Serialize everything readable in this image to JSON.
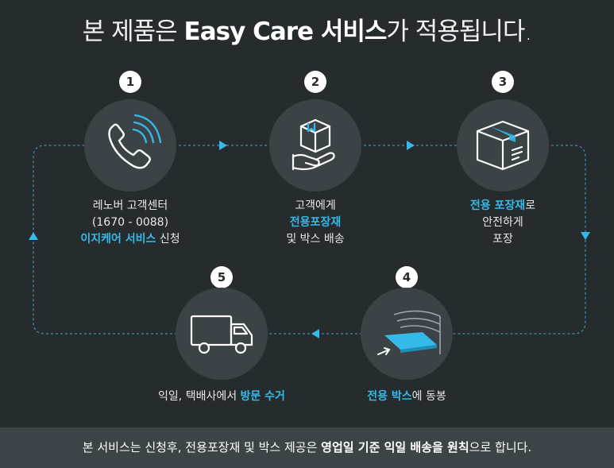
{
  "title": {
    "prefix": "본 제품은 ",
    "highlight": "Easy Care 서비스",
    "suffix": "가 적용됩니다."
  },
  "steps": [
    {
      "number": "1",
      "icon": "phone-icon",
      "line1": "레노버 고객센터",
      "line2": "(1670 - 0088)",
      "line3_highlight": "이지케어 서비스",
      "line3_rest": " 신청"
    },
    {
      "number": "2",
      "icon": "box-in-hand-icon",
      "line1": "고객에게",
      "line2_highlight": "전용포장재",
      "line3": "및 박스 배송"
    },
    {
      "number": "3",
      "icon": "packed-box-icon",
      "line1_highlight": "전용 포장재",
      "line1_rest": "로",
      "line2": "안전하게",
      "line3": "포장"
    },
    {
      "number": "4",
      "icon": "box-with-laptop-icon",
      "line1_highlight": "전용 박스",
      "line1_rest": "에 동봉"
    },
    {
      "number": "5",
      "icon": "delivery-truck-icon",
      "line1_rest": "익일, 택배사에서 ",
      "line1_highlight": "방문 수거"
    }
  ],
  "footer": {
    "part1": "본 서비스는 신청후, 전용포장재 및 박스 제공은 ",
    "highlight": "영업일 기준 익일 배송을 원칙",
    "part2": "으로 합니다."
  },
  "colors": {
    "background": "#262b2e",
    "circle": "#3b4347",
    "accent": "#35b9e8",
    "footer": "#3d4448"
  }
}
